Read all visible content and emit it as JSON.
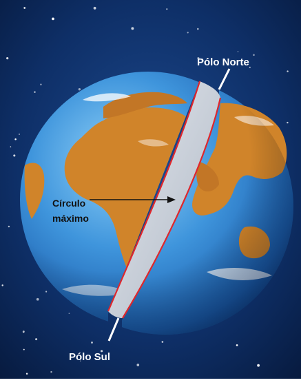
{
  "diagram": {
    "labels": {
      "north_pole": "Pólo Norte",
      "south_pole": "Pólo Sul",
      "great_circle_line1": "Círculo",
      "great_circle_line2": "máximo"
    }
  },
  "colors": {
    "space": "#0b2a5c",
    "ocean": "#2f7fd0",
    "land": "#d0842a",
    "cut_plane": "#c5ccd6",
    "cut_edge": "#e0262b",
    "axis": "#ffffff"
  }
}
